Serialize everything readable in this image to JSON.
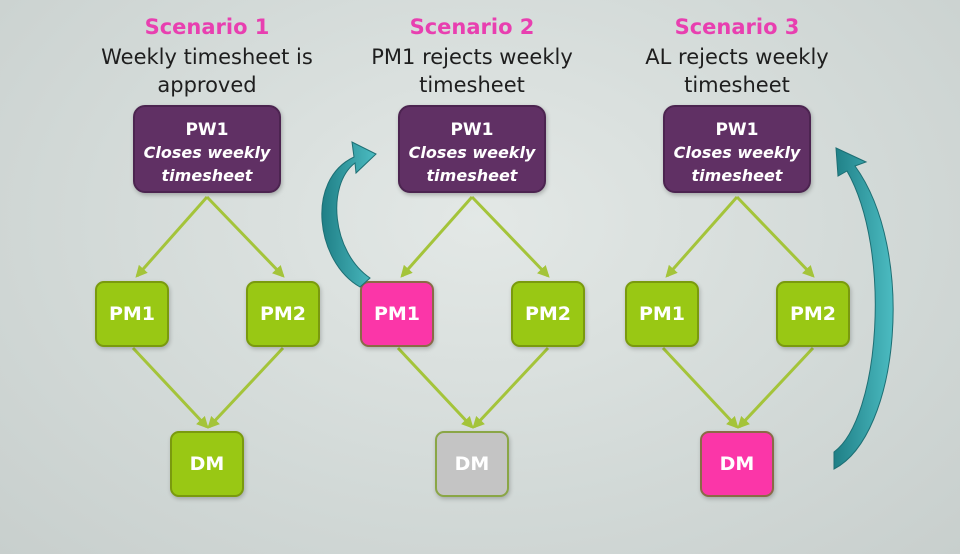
{
  "colors": {
    "scenario_title": "#e83fb0",
    "person_box": "#603064",
    "approve_node": "#99c814",
    "reject_node": "#fb36a8",
    "inactive_node": "#c4c4c4",
    "connector": "#a4c43a",
    "return_arrow": "#2f9ba2"
  },
  "scenarios": [
    {
      "title": "Scenario 1",
      "description": "Weekly timesheet is approved",
      "start": {
        "name": "PW1",
        "action": "Closes weekly timesheet"
      },
      "pm1": "PM1",
      "pm2": "PM2",
      "dm": "DM",
      "pm1_state": "approve",
      "pm2_state": "approve",
      "dm_state": "approve"
    },
    {
      "title": "Scenario 2",
      "description": "PM1 rejects weekly timesheet",
      "start": {
        "name": "PW1",
        "action": "Closes weekly timesheet"
      },
      "pm1": "PM1",
      "pm2": "PM2",
      "dm": "DM",
      "pm1_state": "reject",
      "pm2_state": "approve",
      "dm_state": "inactive"
    },
    {
      "title": "Scenario 3",
      "description": "AL rejects weekly timesheet",
      "start": {
        "name": "PW1",
        "action": "Closes weekly timesheet"
      },
      "pm1": "PM1",
      "pm2": "PM2",
      "dm": "DM",
      "pm1_state": "approve",
      "pm2_state": "approve",
      "dm_state": "reject"
    }
  ]
}
